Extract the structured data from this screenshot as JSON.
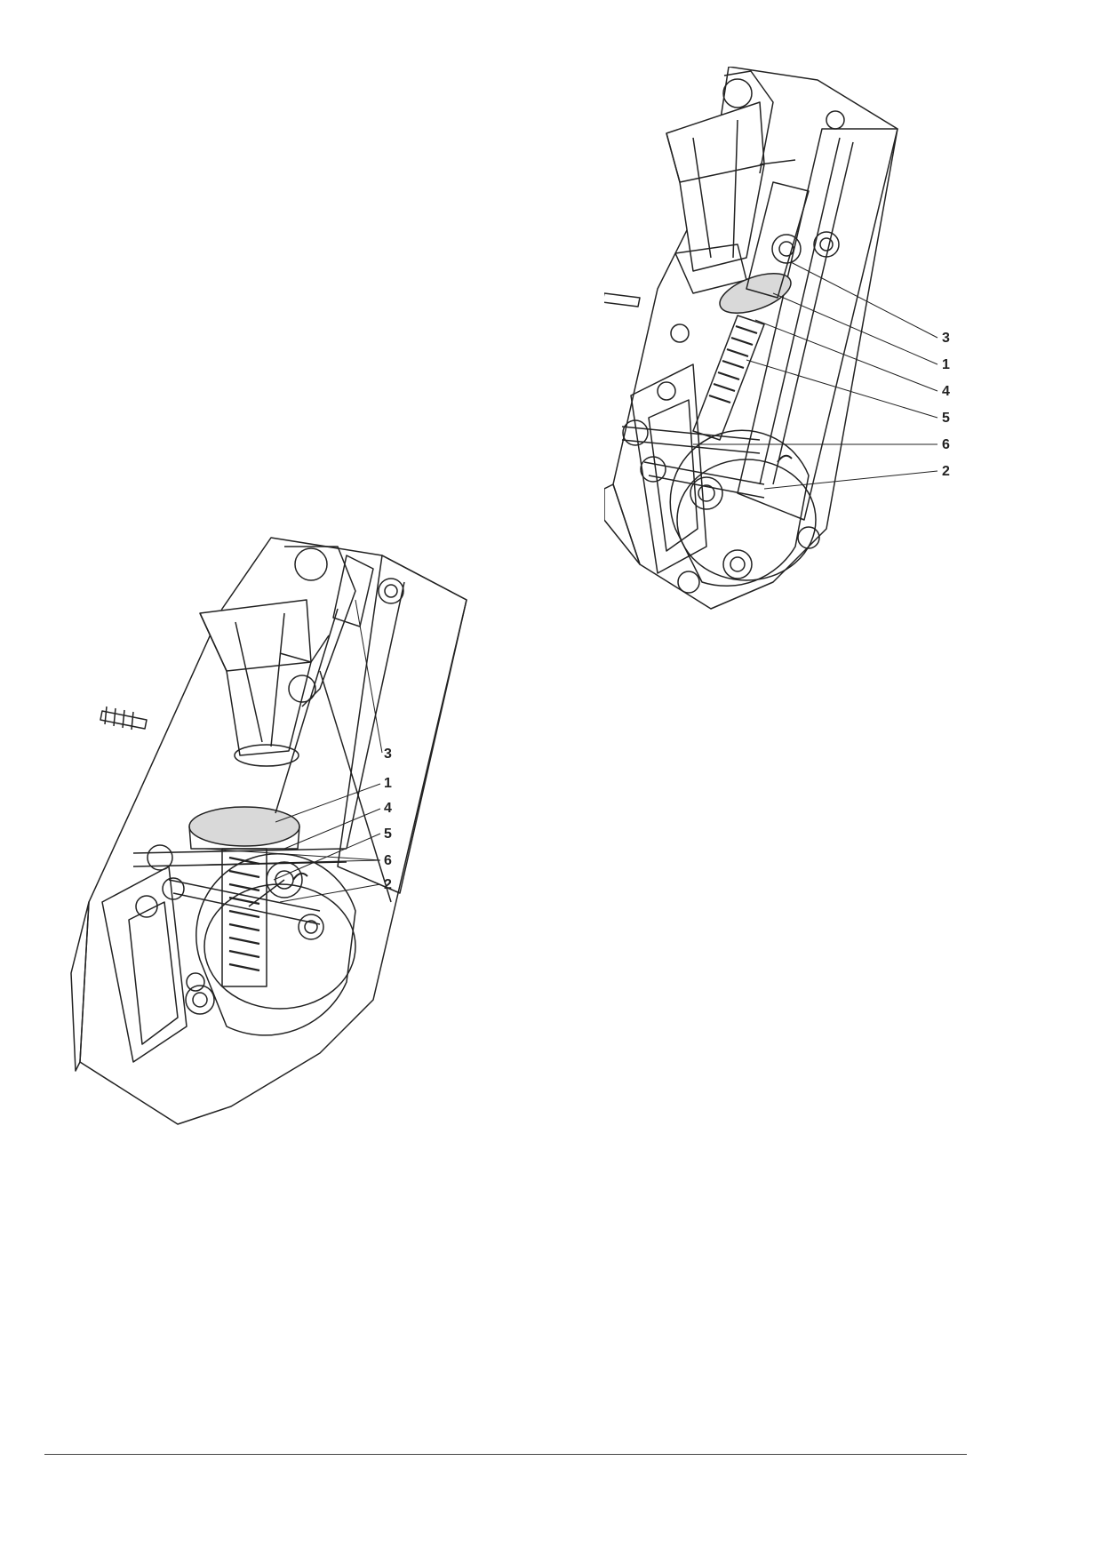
{
  "figures": [
    {
      "id": "figure-left",
      "callouts": [
        {
          "label": "3"
        },
        {
          "label": "1"
        },
        {
          "label": "4"
        },
        {
          "label": "5"
        },
        {
          "label": "6"
        },
        {
          "label": "2"
        }
      ]
    },
    {
      "id": "figure-right",
      "callouts": [
        {
          "label": "3"
        },
        {
          "label": "1"
        },
        {
          "label": "4"
        },
        {
          "label": "5"
        },
        {
          "label": "6"
        },
        {
          "label": "2"
        }
      ]
    }
  ],
  "colors": {
    "line": "#222222",
    "shade": "#d9d9d9",
    "background": "#ffffff"
  }
}
